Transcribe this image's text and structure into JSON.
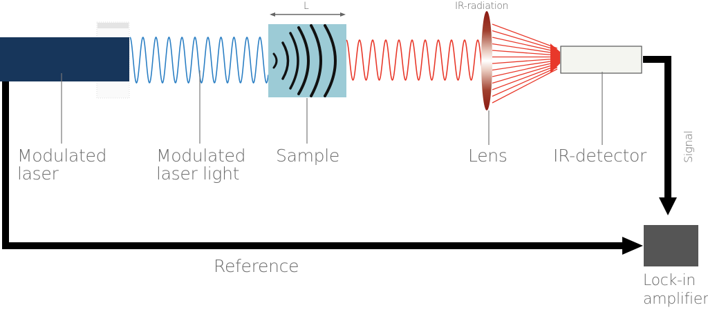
{
  "diagram": {
    "title": "Lock-in thermography / photothermal measurement setup",
    "colors": {
      "laser": "#17365b",
      "laser_light": "#2b7fc4",
      "sample": "#9ccbd6",
      "ir_wave": "#e8382a",
      "lens": "#8b1a12",
      "detector_fill": "#f4f5f0",
      "lockin": "#555555",
      "wire": "#000000",
      "label": "#6b6b6b"
    },
    "labels": {
      "laser": [
        "Modulated",
        "laser"
      ],
      "laser_light": [
        "Modulated",
        "laser light"
      ],
      "sample": "Sample",
      "length": "L",
      "ir_radiation": "IR-radiation",
      "lens": "Lens",
      "detector": "IR-detector",
      "signal": "Signal",
      "reference": "Reference",
      "lockin": [
        "Lock-in",
        "amplifier"
      ]
    },
    "components": [
      "Modulated laser",
      "Modulated laser light",
      "Sample",
      "Lens",
      "IR-detector",
      "Lock-in amplifier"
    ],
    "connections": [
      {
        "from": "Modulated laser",
        "to": "Lock-in amplifier",
        "label": "Reference"
      },
      {
        "from": "IR-detector",
        "to": "Lock-in amplifier",
        "label": "Signal"
      }
    ]
  }
}
